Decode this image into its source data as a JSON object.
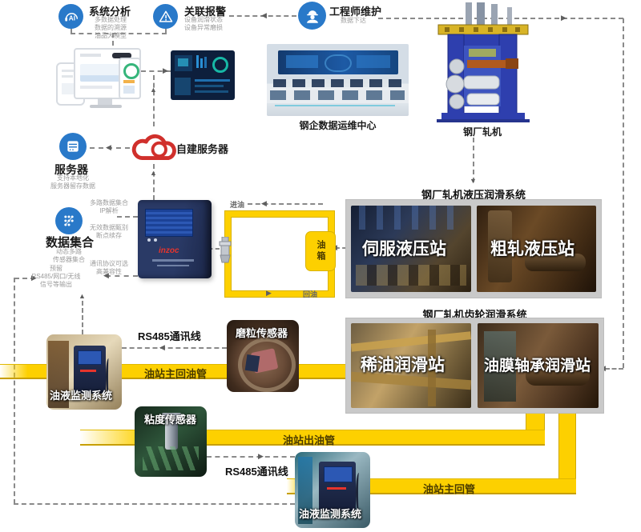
{
  "modules": {
    "analysis": {
      "title": "系统分析",
      "lines": [
        "多数据处理",
        "数据的溯源",
        "油品大模型"
      ]
    },
    "alarm": {
      "title": "关联报警",
      "lines": [
        "设备润滑状态",
        "设备异常磨损"
      ]
    },
    "engineer": {
      "title": "工程师维护",
      "lines": [
        "数据下达"
      ]
    },
    "server": {
      "title": "服务器",
      "lines": [
        "支持本地化",
        "服务器留存数据"
      ]
    },
    "cloud": {
      "title": "自建服务器"
    },
    "hub": {
      "title": "数据集合",
      "lines": [
        "动态多路",
        "传感器集合"
      ],
      "note_ip": [
        "多路数据集合",
        "IP解析"
      ],
      "note_valid": [
        "无效数据甄别",
        "断点续存"
      ],
      "note_protocol": [
        "通讯协议可选",
        "高兼容性"
      ],
      "note_output": [
        "预留",
        "RS485/网口/无线",
        "信号等输出"
      ]
    }
  },
  "captions": {
    "datacenter": "钢企数据运维中心",
    "mill": "钢厂轧机"
  },
  "device": {
    "brand": "inzoc"
  },
  "loop": {
    "oil_in": "进油",
    "oil_return": "回油",
    "tank": "油箱"
  },
  "systems": {
    "hydraulic": {
      "title": "钢厂轧机液压润滑系统",
      "stations": [
        "伺服液压站",
        "粗轧液压站"
      ]
    },
    "gear": {
      "title": "钢厂轧机齿轮润滑系统",
      "stations": [
        "稀油润滑站",
        "油膜轴承润滑站"
      ]
    }
  },
  "pipes": {
    "main_return": "油站主回油管",
    "outlet": "油站出油管",
    "main_return2": "油站主回管"
  },
  "sensors": {
    "wear": "磨粒传感器",
    "viscosity": "粘度传感器"
  },
  "monitors": {
    "left": "油液监测系统",
    "bottom": "油液监测系统"
  },
  "links": {
    "rs485_top": "RS485通讯线",
    "rs485_bottom": "RS485通讯线"
  },
  "colors": {
    "blue": "#2979c9",
    "red": "#d0302c",
    "yellow": "#fdd000",
    "gray": "#c9c9c9"
  }
}
